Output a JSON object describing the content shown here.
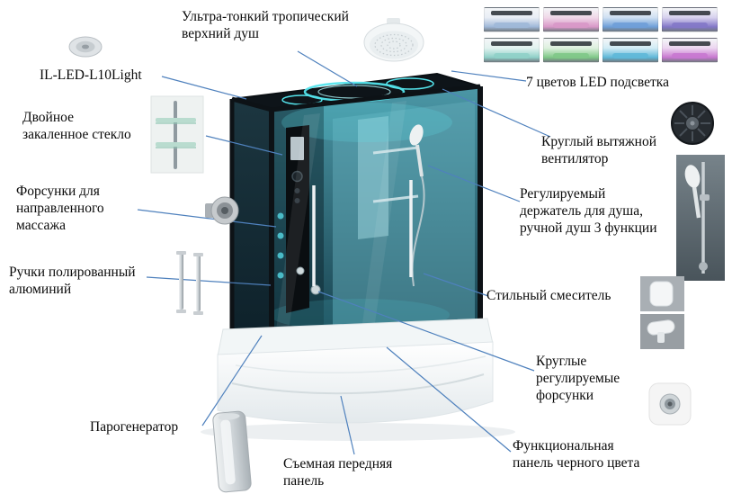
{
  "diagram": {
    "labels": {
      "top_shower": "Ультра-тонкий тропический\nверхний душ",
      "led_model": "IL-LED-L10Light",
      "led_colors": "7 цветов LED подсветка",
      "tempered_glass": "Двойное\nзакаленное стекло",
      "exhaust_fan": "Круглый вытяжной\nвентилятор",
      "massage_jets": "Форсунки для\nнаправленного\nмассажа",
      "shower_holder": "Регулируемый\nдержатель для душа,\nручной душ 3 функции",
      "handles": "Ручки полированный\nалюминий",
      "mixer": "Стильный смеситель",
      "round_jets": "Круглые\nрегулируемые\nфорсунки",
      "steam_generator": "Парогенератор",
      "front_panel": "Съемная передняя\nпанель",
      "black_panel": "Функциональная\nпанель черного цвета"
    },
    "led_swatches": [
      {
        "name": "white-blue",
        "top": "#e9eef5",
        "glow": "#9fb8d8"
      },
      {
        "name": "pink",
        "top": "#f0d8e8",
        "glow": "#d898c8"
      },
      {
        "name": "blue",
        "top": "#cfe0f2",
        "glow": "#6f9fd8"
      },
      {
        "name": "purple",
        "top": "#d8d2ee",
        "glow": "#8378c8"
      },
      {
        "name": "teal",
        "top": "#e2f2ef",
        "glow": "#8fd0c8"
      },
      {
        "name": "green",
        "top": "#ddf0dd",
        "glow": "#7fc888"
      },
      {
        "name": "cyan",
        "top": "#d2ecf5",
        "glow": "#5fb8d8"
      },
      {
        "name": "magenta",
        "top": "#ecd6f0",
        "glow": "#c878d0"
      }
    ],
    "colors": {
      "leader_line": "#4f81bd",
      "led_glow": "#54e4ec",
      "glass_teal": "#3f8a99",
      "frame_dark": "#10161b",
      "tub_white": "#f4f7f8"
    }
  }
}
